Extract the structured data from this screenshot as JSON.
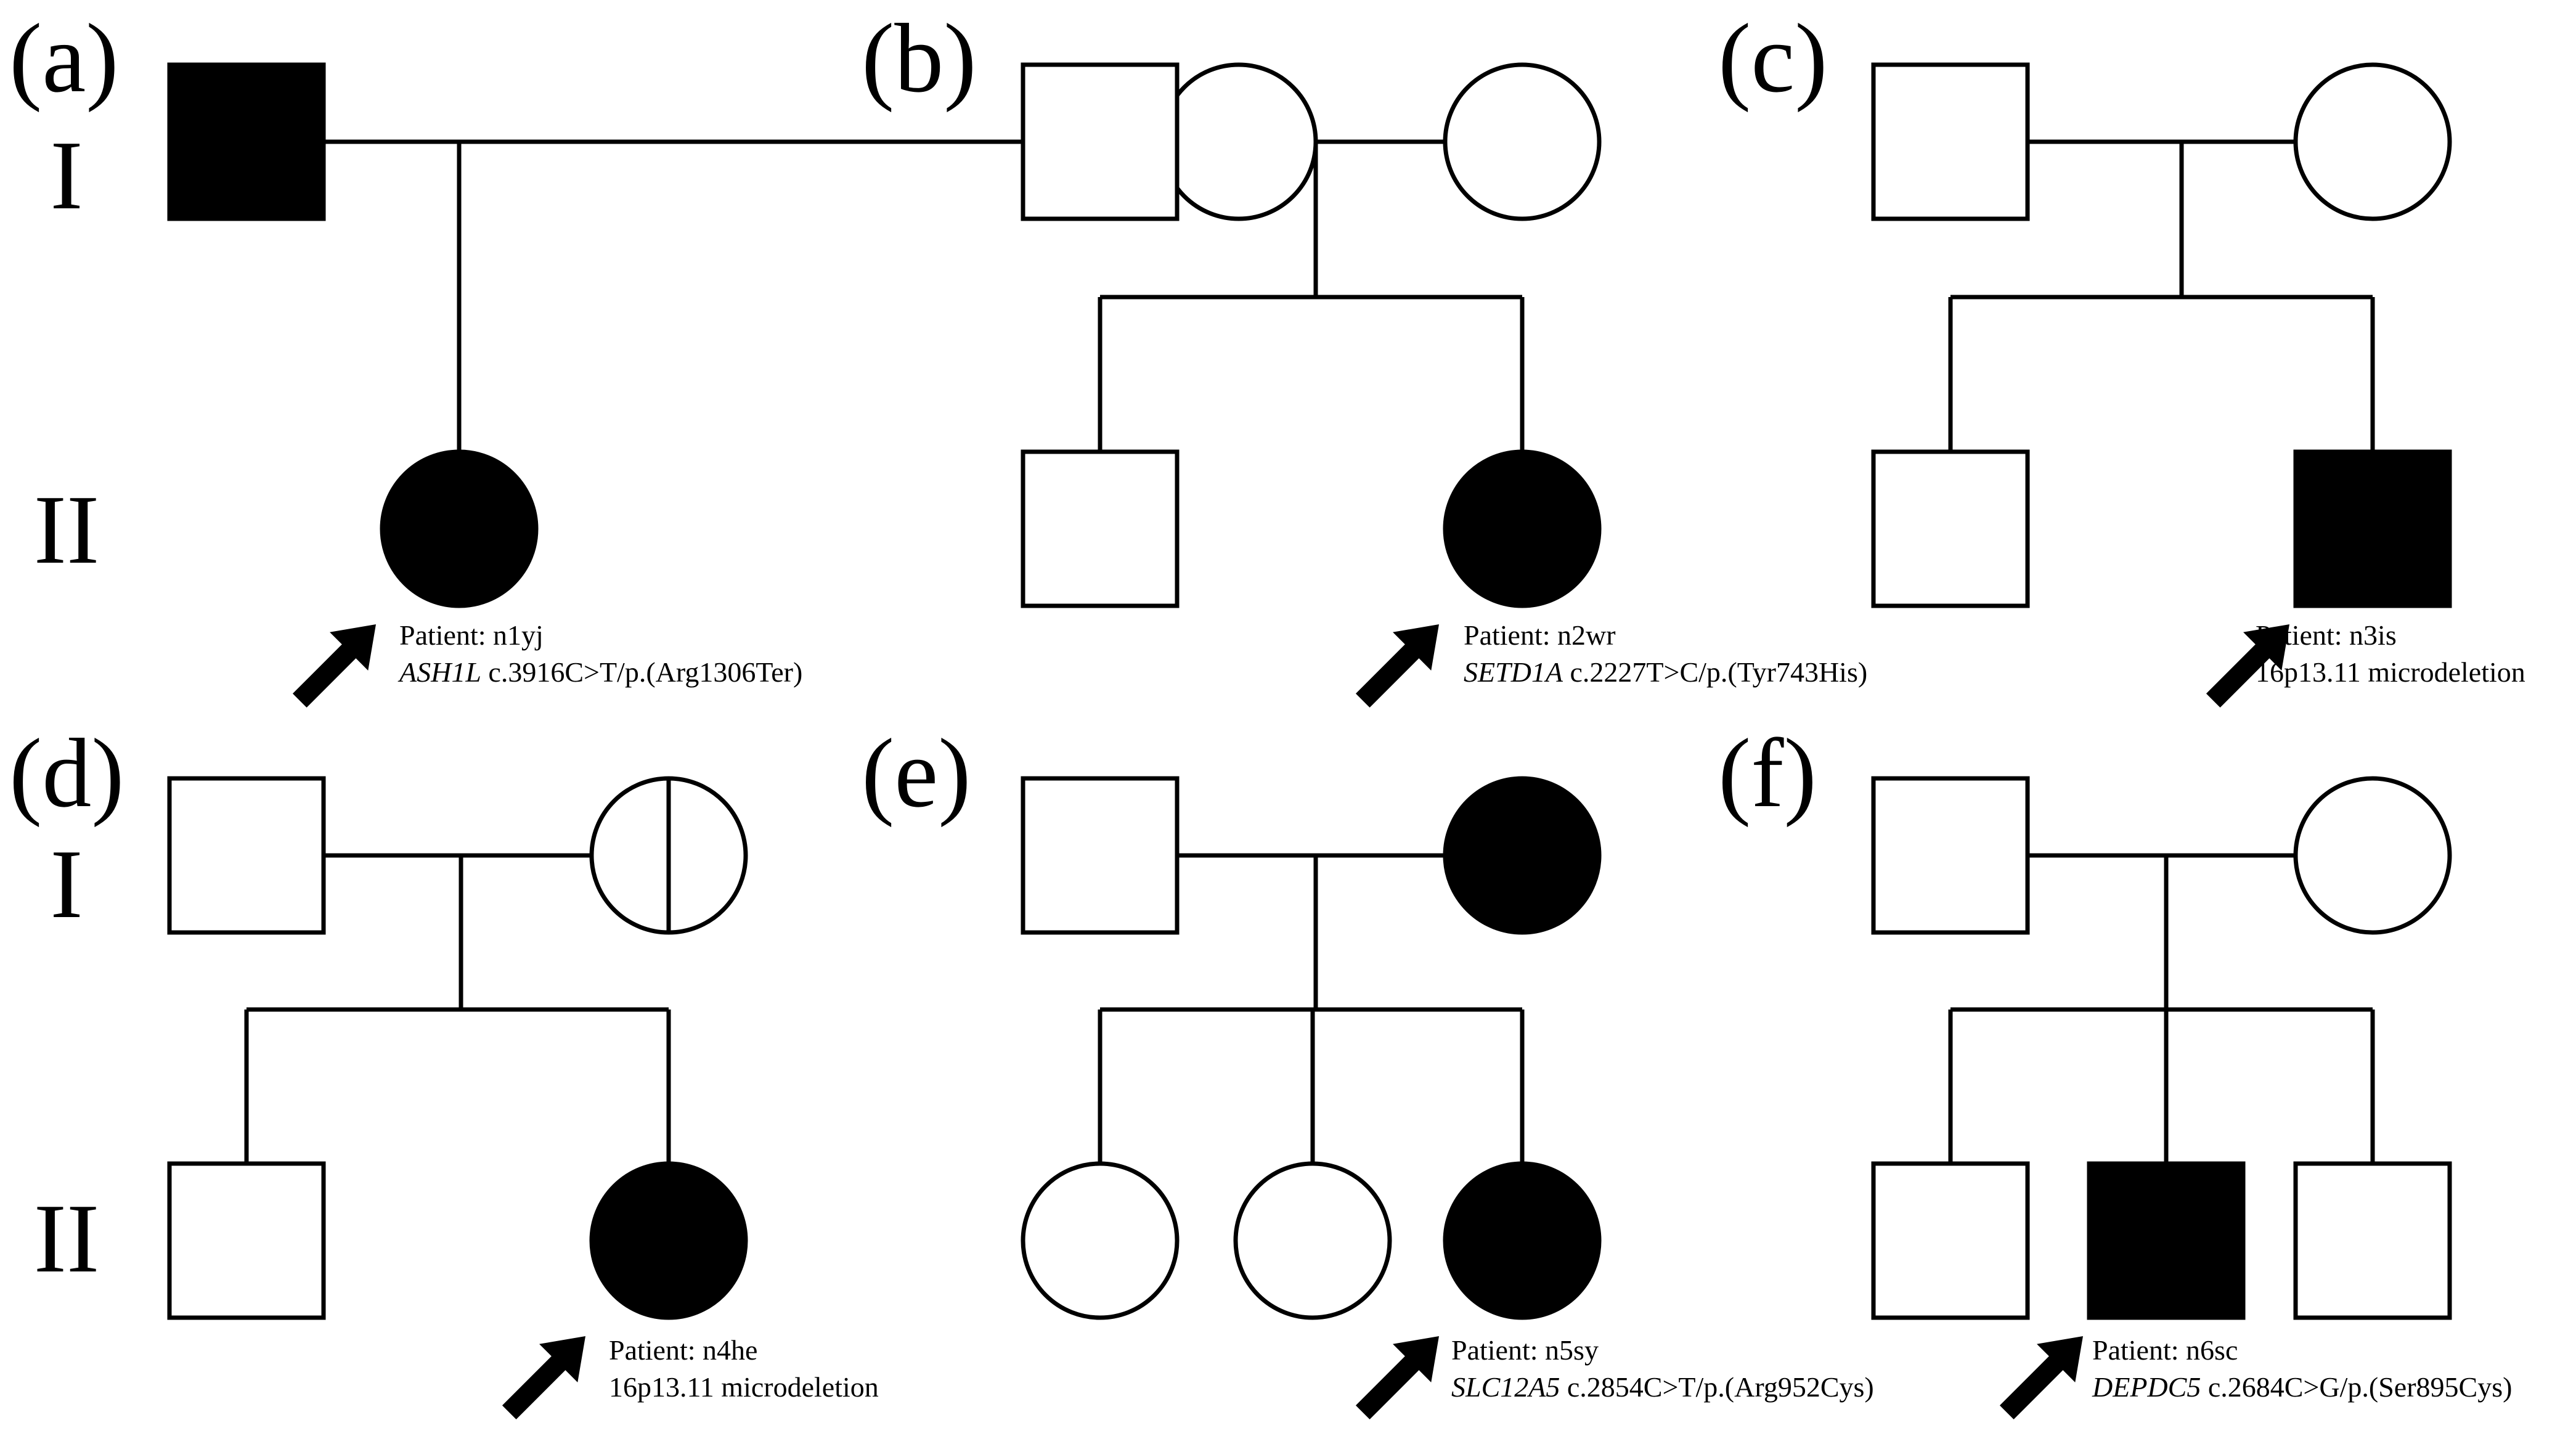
{
  "generation_labels": [
    "I",
    "II"
  ],
  "colors": {
    "affected": "#000000",
    "unaffected": "#ffffff",
    "line": "#000000"
  },
  "pedigrees": [
    {
      "label": "(a)",
      "generation_I": [
        {
          "sex": "male",
          "status": "affected"
        },
        {
          "sex": "female",
          "status": "unaffected"
        }
      ],
      "generation_II": [
        {
          "sex": "female",
          "status": "affected",
          "proband": true
        }
      ],
      "patient": "Patient: n1yj",
      "gene": "ASH1L",
      "variant": " c.3916C>T/p.(Arg1306Ter)"
    },
    {
      "label": "(b)",
      "generation_I": [
        {
          "sex": "male",
          "status": "unaffected"
        },
        {
          "sex": "female",
          "status": "unaffected"
        }
      ],
      "generation_II": [
        {
          "sex": "male",
          "status": "unaffected"
        },
        {
          "sex": "female",
          "status": "affected",
          "proband": true
        }
      ],
      "patient": "Patient: n2wr",
      "gene": "SETD1A",
      "variant": " c.2227T>C/p.(Tyr743His)"
    },
    {
      "label": "(c)",
      "generation_I": [
        {
          "sex": "male",
          "status": "unaffected"
        },
        {
          "sex": "female",
          "status": "unaffected"
        }
      ],
      "generation_II": [
        {
          "sex": "male",
          "status": "unaffected"
        },
        {
          "sex": "male",
          "status": "affected",
          "proband": true
        }
      ],
      "patient": "Patient: n3is",
      "gene": "",
      "variant": "16p13.11 microdeletion"
    },
    {
      "label": "(d)",
      "generation_I": [
        {
          "sex": "male",
          "status": "unaffected"
        },
        {
          "sex": "female",
          "status": "carrier"
        }
      ],
      "generation_II": [
        {
          "sex": "male",
          "status": "unaffected"
        },
        {
          "sex": "female",
          "status": "affected",
          "proband": true
        }
      ],
      "patient": "Patient: n4he",
      "gene": "",
      "variant": "16p13.11 microdeletion"
    },
    {
      "label": "(e)",
      "generation_I": [
        {
          "sex": "male",
          "status": "unaffected"
        },
        {
          "sex": "female",
          "status": "affected"
        }
      ],
      "generation_II": [
        {
          "sex": "female",
          "status": "unaffected"
        },
        {
          "sex": "female",
          "status": "unaffected"
        },
        {
          "sex": "female",
          "status": "affected",
          "proband": true
        }
      ],
      "patient": "Patient: n5sy",
      "gene": "SLC12A5",
      "variant": " c.2854C>T/p.(Arg952Cys)"
    },
    {
      "label": "(f)",
      "generation_I": [
        {
          "sex": "male",
          "status": "unaffected"
        },
        {
          "sex": "female",
          "status": "unaffected"
        }
      ],
      "generation_II": [
        {
          "sex": "male",
          "status": "unaffected"
        },
        {
          "sex": "male",
          "status": "affected",
          "proband": true
        },
        {
          "sex": "male",
          "status": "unaffected"
        }
      ],
      "patient": "Patient: n6sc",
      "gene": "DEPDC5",
      "variant": " c.2684C>G/p.(Ser895Cys)"
    }
  ]
}
